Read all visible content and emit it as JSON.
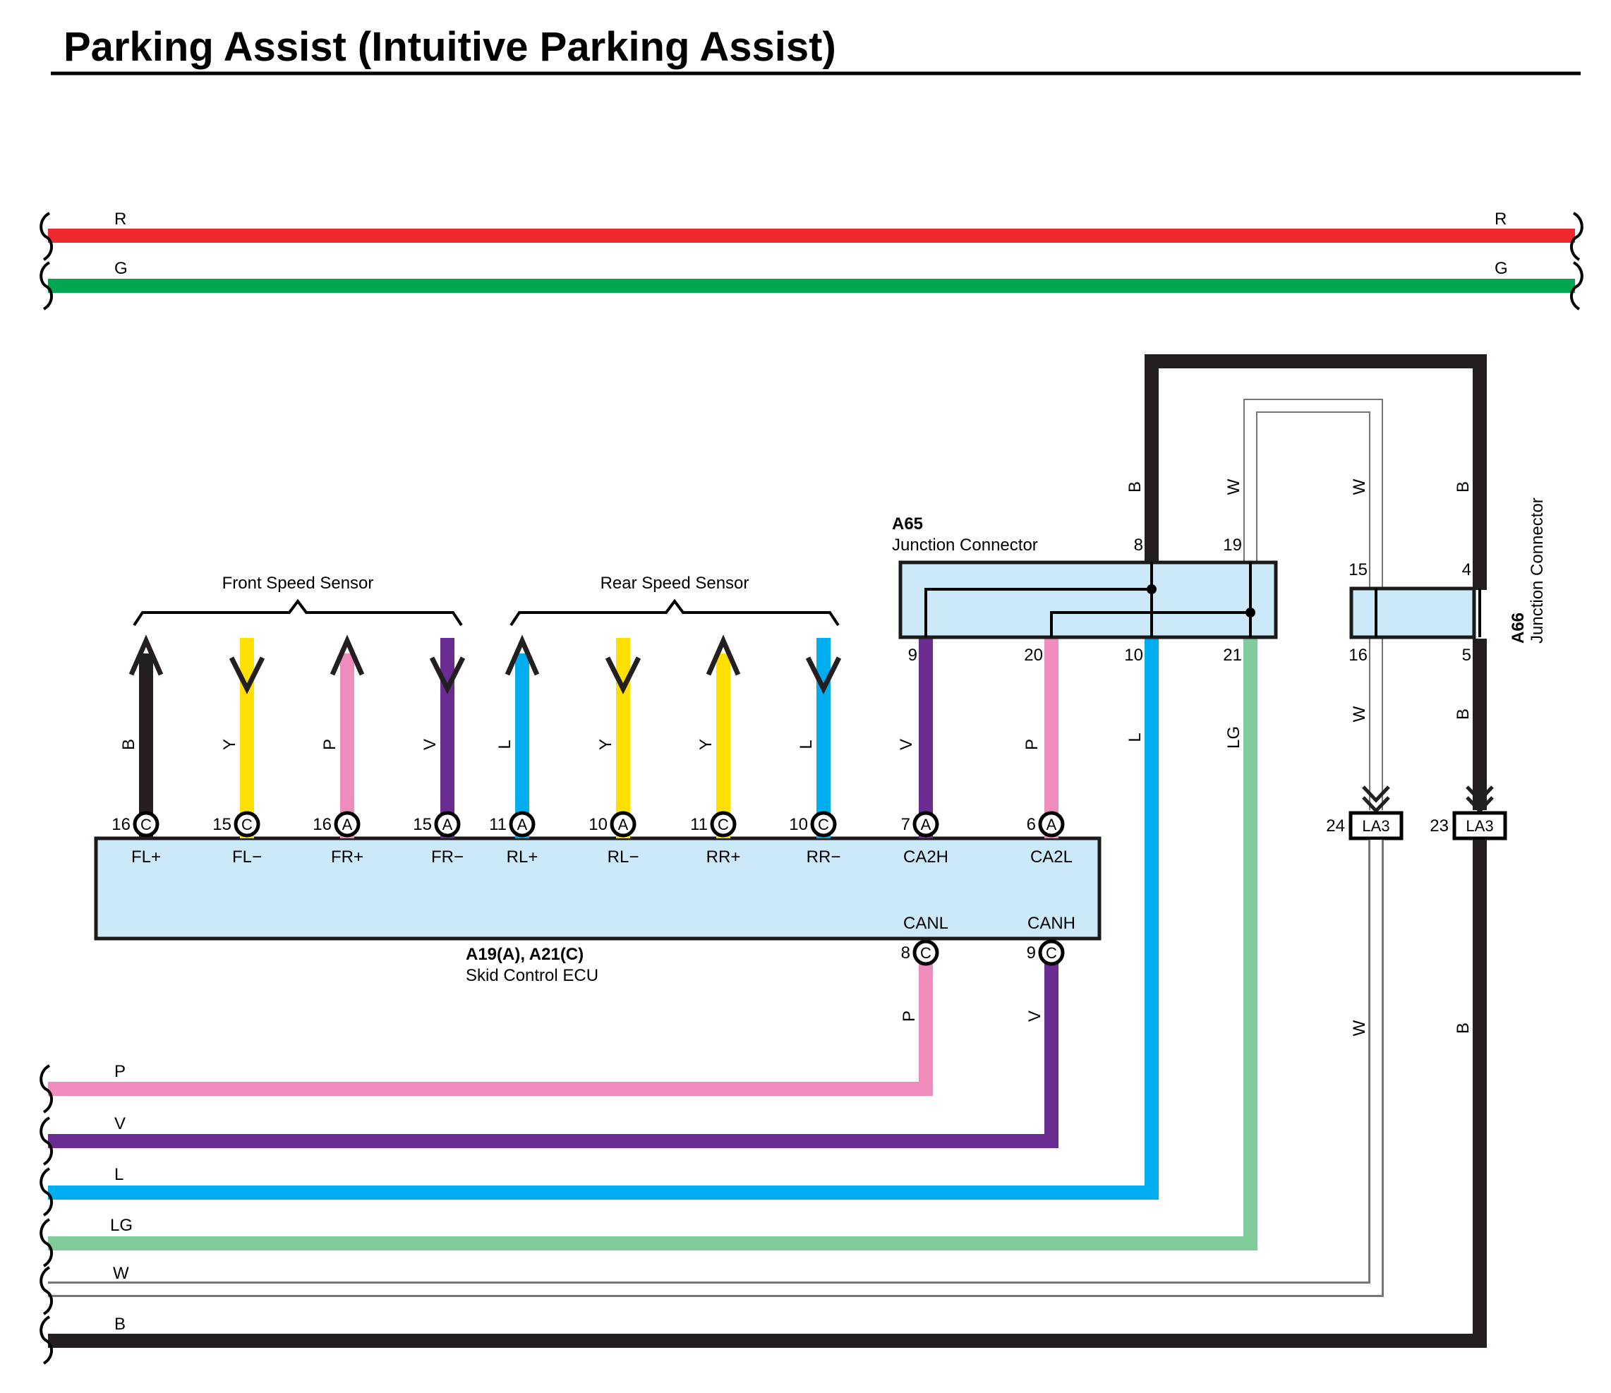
{
  "title": "Parking Assist (Intuitive Parking Assist)",
  "colors": {
    "R": "#ee2a2f",
    "G": "#00a651",
    "B": "#231f20",
    "Y": "#ffe000",
    "P": "#f08cbb",
    "V": "#6a2c91",
    "L": "#00aeef",
    "LG": "#7fcb9a",
    "W": "#ffffff",
    "box_fill": "#cce9f9"
  },
  "bus_top": [
    {
      "color": "R",
      "label_left": "R",
      "label_right": "R"
    },
    {
      "color": "G",
      "label_left": "G",
      "label_right": "G"
    }
  ],
  "sensors": {
    "front": "Front Speed Sensor",
    "rear": "Rear Speed Sensor"
  },
  "ecu": {
    "code": "A19(A), A21(C)",
    "name": "Skid Control ECU",
    "top_pins": [
      {
        "num": "16",
        "conn": "C",
        "name": "FL+",
        "wire": "B",
        "dir": "up"
      },
      {
        "num": "15",
        "conn": "C",
        "name": "FL−",
        "wire": "Y",
        "dir": "down"
      },
      {
        "num": "16",
        "conn": "A",
        "name": "FR+",
        "wire": "P",
        "dir": "up"
      },
      {
        "num": "15",
        "conn": "A",
        "name": "FR−",
        "wire": "V",
        "dir": "down"
      },
      {
        "num": "11",
        "conn": "A",
        "name": "RL+",
        "wire": "L",
        "dir": "up"
      },
      {
        "num": "10",
        "conn": "A",
        "name": "RL−",
        "wire": "Y",
        "dir": "down"
      },
      {
        "num": "11",
        "conn": "C",
        "name": "RR+",
        "wire": "Y",
        "dir": "up"
      },
      {
        "num": "10",
        "conn": "C",
        "name": "RR−",
        "wire": "L",
        "dir": "down"
      },
      {
        "num": "7",
        "conn": "A",
        "name": "CA2H",
        "wire": "V"
      },
      {
        "num": "6",
        "conn": "A",
        "name": "CA2L",
        "wire": "P"
      }
    ],
    "bottom_pins": [
      {
        "num": "8",
        "conn": "C",
        "name": "CANL",
        "wire": "P"
      },
      {
        "num": "9",
        "conn": "C",
        "name": "CANH",
        "wire": "V"
      }
    ]
  },
  "a65": {
    "code": "A65",
    "name": "Junction Connector",
    "pins_top": [
      "8",
      "19"
    ],
    "pins_bottom": [
      "9",
      "20",
      "10",
      "21"
    ],
    "wires": {
      "top_left": "B",
      "top_right": "W",
      "b1": "V",
      "b2": "P",
      "b3": "L",
      "b4": "LG"
    }
  },
  "a66": {
    "code": "A66",
    "name": "Junction Connector",
    "pins_top": [
      "15",
      "4"
    ],
    "pins_bottom": [
      "16",
      "5"
    ],
    "wires": {
      "w_top": "W",
      "b_top": "B",
      "w_bottom": "W",
      "b_bottom": "B"
    }
  },
  "la3": [
    {
      "num": "24",
      "label": "LA3"
    },
    {
      "num": "23",
      "label": "LA3"
    }
  ],
  "right_wire_labels": {
    "w": "W",
    "b": "B"
  },
  "bus_bottom": [
    {
      "color": "P",
      "label": "P"
    },
    {
      "color": "V",
      "label": "V"
    },
    {
      "color": "L",
      "label": "L"
    },
    {
      "color": "LG",
      "label": "LG"
    },
    {
      "color": "W",
      "label": "W"
    },
    {
      "color": "B",
      "label": "B"
    }
  ],
  "can_wire_labels": {
    "canl": "P",
    "canh": "V"
  }
}
